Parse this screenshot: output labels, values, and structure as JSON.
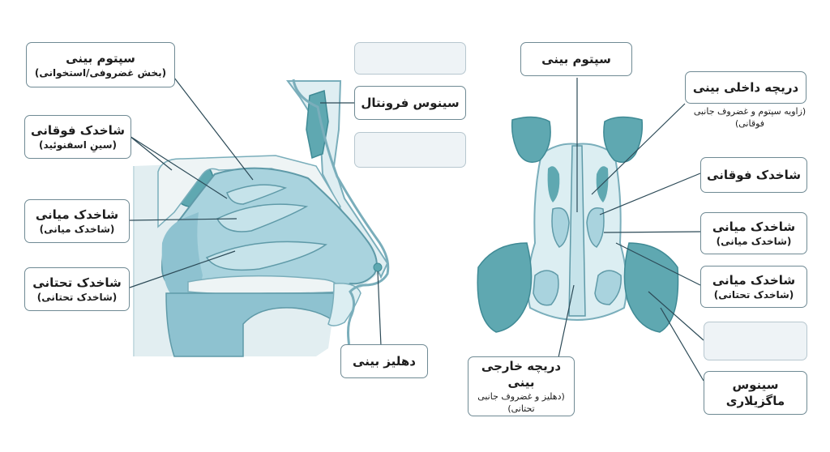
{
  "colors": {
    "teal": "#5fa8b1",
    "light_blue": "#a9d3de",
    "pale": "#dceef2",
    "bone": "#eef4f5",
    "outline": "#7aaebb",
    "line": "#2c4a57"
  },
  "left": {
    "nasal_septum": {
      "title": "سپتوم بینی",
      "sub": "(بخش غضروفی/استخوانی)"
    },
    "superior_turbinate": {
      "title": "شاخدک فوقانی",
      "sub": "(سینِ اسفنوئید)"
    },
    "middle_turbinate": {
      "title": "شاخدک میانی",
      "sub": "(شاخدک میانی)"
    },
    "inferior_turbinate": {
      "title": "شاخدک تحتانی",
      "sub": "(شاخدک تحتانی)"
    },
    "frontal_sinus": {
      "title": "سینوس فرونتال"
    },
    "nasal_vestibule": {
      "title": "دهلیز بینی"
    }
  },
  "right": {
    "nasal_septum": {
      "title": "سپتوم بینی"
    },
    "internal_valve": {
      "title": "دریچه داخلی بینی",
      "sub": "(زاویه سپتوم و غضروف جانبی فوقانی)"
    },
    "superior_turbinate": {
      "title": "شاخدک فوقانی"
    },
    "middle_turbinate": {
      "title": "شاخدک میانی",
      "sub": "(شاخدک میانی)"
    },
    "middle_turbinate_2": {
      "title": "شاخدک میانی",
      "sub": "(شاخدک تحتانی)"
    },
    "maxillary_sinus": {
      "title": "سینوس ماگزیلاری"
    },
    "external_valve": {
      "title": "دریچه خارجی بینی",
      "sub": "(دهلیز و غضروف جانبی تحتانی)"
    }
  }
}
